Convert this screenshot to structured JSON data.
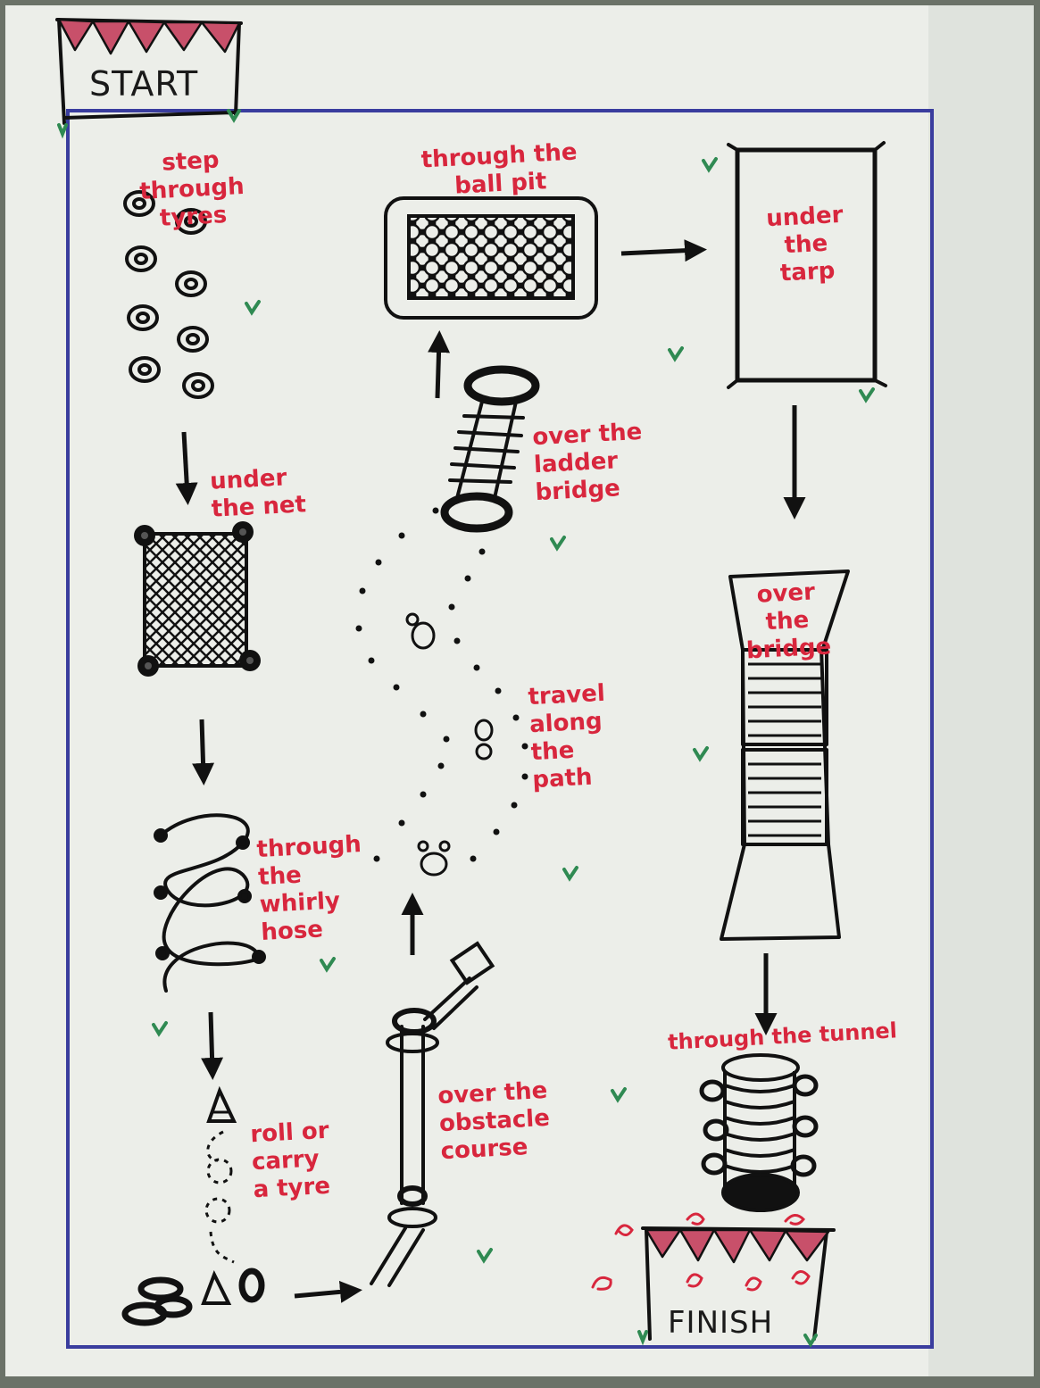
{
  "chart_title": "",
  "start_label": "START",
  "finish_label": "FINISH",
  "colors": {
    "paper": "#eceee9",
    "border": "#3a3d9e",
    "ink": "#111111",
    "label_red": "#d8263d",
    "bunting": "#c8506a",
    "grass": "#2f8a52"
  },
  "stations": [
    {
      "id": "tyres",
      "label": "step through\ntyres"
    },
    {
      "id": "net",
      "label": "under\nthe net"
    },
    {
      "id": "whirly-hose",
      "label": "through\nthe\nwhirly\nhose"
    },
    {
      "id": "roll-tyre",
      "label": "roll or\ncarry\na tyre"
    },
    {
      "id": "obstacle",
      "label": "over the\nobstacle\ncourse"
    },
    {
      "id": "path",
      "label": "travel\nalong\nthe\npath"
    },
    {
      "id": "ladder",
      "label": "over the\nladder\nbridge"
    },
    {
      "id": "ball-pit",
      "label": "through the\nball pit"
    },
    {
      "id": "tarp",
      "label": "under\nthe\ntarp"
    },
    {
      "id": "bridge",
      "label": "over\nthe\nbridge"
    },
    {
      "id": "tunnel",
      "label": "through the tunnel"
    }
  ]
}
